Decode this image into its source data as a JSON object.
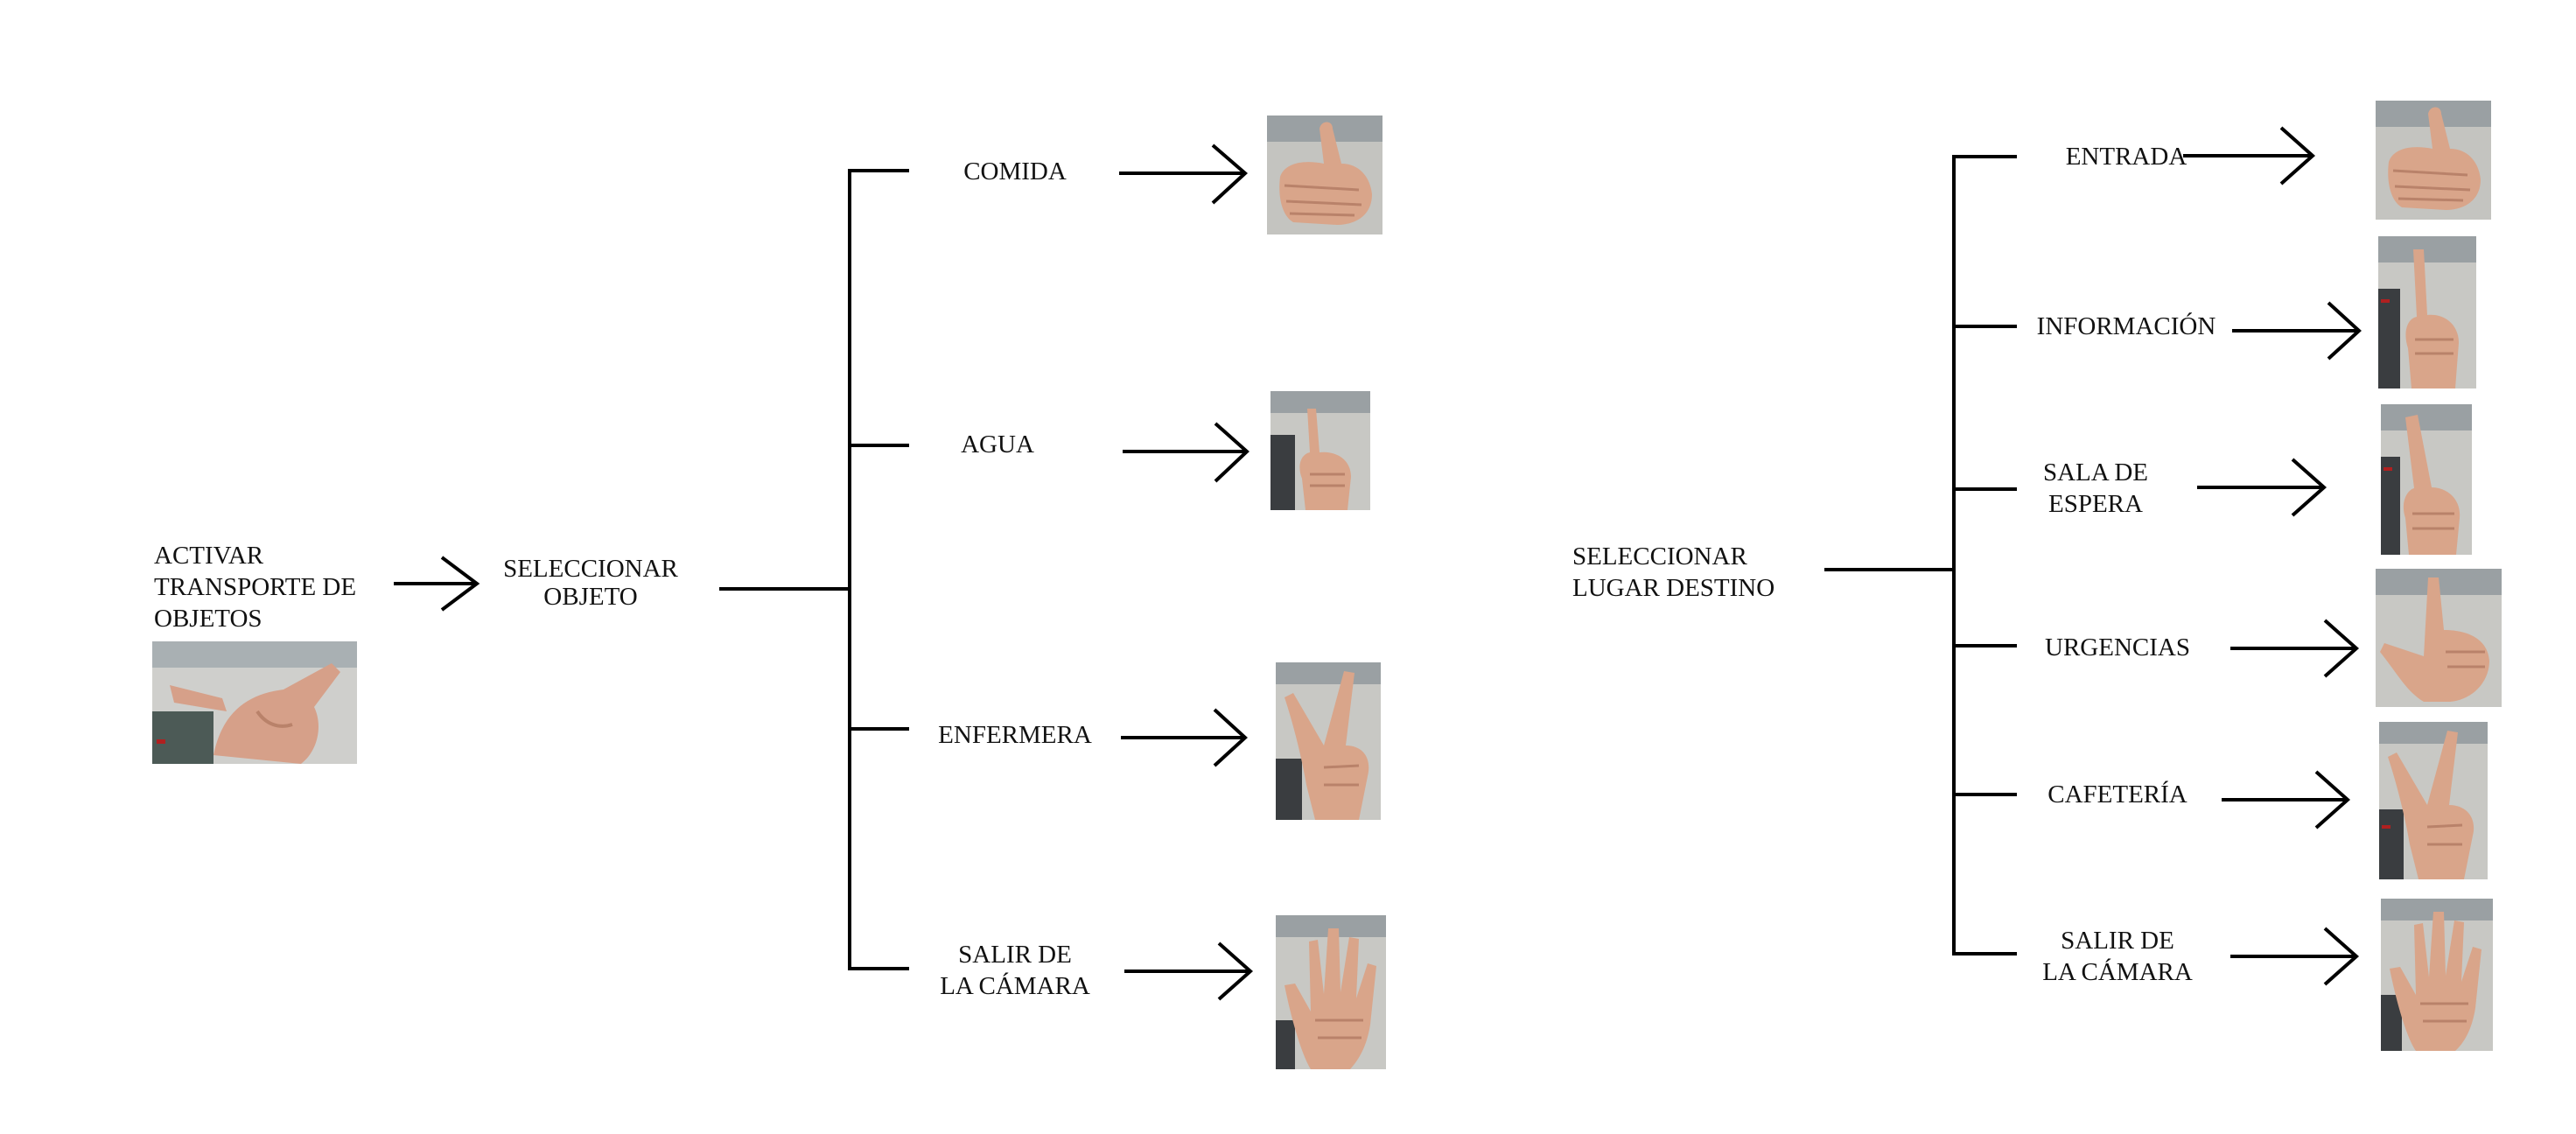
{
  "left_flow": {
    "activate": [
      "ACTIVAR",
      "TRANSPORTE DE",
      "OBJETOS"
    ],
    "activate_gesture": "thumb-and-index-hand-photo",
    "select": [
      "SELECCIONAR",
      "OBJETO"
    ],
    "options": [
      {
        "label": [
          "COMIDA"
        ],
        "gesture": "thumbs-up-hand-photo"
      },
      {
        "label": [
          "AGUA"
        ],
        "gesture": "index-finger-up-hand-photo"
      },
      {
        "label": [
          "ENFERMERA"
        ],
        "gesture": "two-fingers-up-hand-photo"
      },
      {
        "label": [
          "SALIR DE",
          "LA CÁMARA"
        ],
        "gesture": "open-palm-hand-photo"
      }
    ]
  },
  "right_flow": {
    "select": [
      "SELECCIONAR",
      "LUGAR DESTINO"
    ],
    "options": [
      {
        "label": [
          "ENTRADA"
        ],
        "gesture": "thumbs-up-hand-photo"
      },
      {
        "label": [
          "INFORMACIÓN"
        ],
        "gesture": "index-finger-up-hand-photo"
      },
      {
        "label": [
          "SALA DE",
          "ESPERA"
        ],
        "gesture": "index-finger-up-hand-photo"
      },
      {
        "label": [
          "URGENCIAS"
        ],
        "gesture": "l-shape-hand-photo"
      },
      {
        "label": [
          "CAFETERÍA"
        ],
        "gesture": "two-fingers-up-hand-photo"
      },
      {
        "label": [
          "SALIR DE",
          "LA CÁMARA"
        ],
        "gesture": "open-palm-hand-photo"
      }
    ]
  },
  "colors": {
    "line": "#000000",
    "text": "#111111",
    "skin": "#d9a58a",
    "skin_shadow": "#b9826a",
    "background_photo": "#c8c8c4"
  }
}
